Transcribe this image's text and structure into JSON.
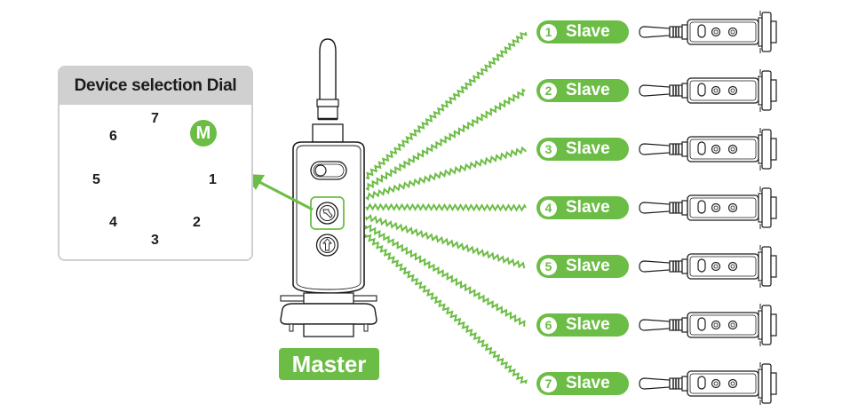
{
  "dial_panel": {
    "title": "Device selection Dial",
    "mode_badge": "M",
    "positions": [
      "1",
      "2",
      "3",
      "4",
      "5",
      "6",
      "7"
    ]
  },
  "master": {
    "label": "Master"
  },
  "slaves": [
    {
      "num": "1",
      "label": "Slave"
    },
    {
      "num": "2",
      "label": "Slave"
    },
    {
      "num": "3",
      "label": "Slave"
    },
    {
      "num": "4",
      "label": "Slave"
    },
    {
      "num": "5",
      "label": "Slave"
    },
    {
      "num": "6",
      "label": "Slave"
    },
    {
      "num": "7",
      "label": "Slave"
    }
  ],
  "colors": {
    "accent_green": "#6cbd45",
    "panel_header": "#d0d0d0",
    "line": "#1c1c1c"
  }
}
